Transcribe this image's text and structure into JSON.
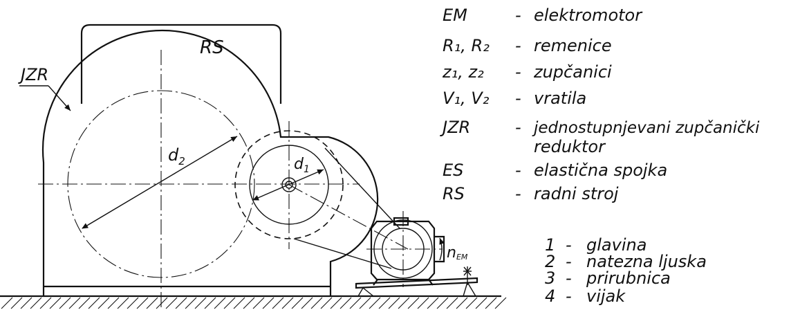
{
  "drawing": {
    "rs_label": "RS",
    "jzr_label": "JZR",
    "d2_label": "d",
    "d2_sub": "2",
    "d1_label": "d",
    "d1_sub": "1",
    "nem_label": "n",
    "nem_sub": "EM"
  },
  "legend": [
    {
      "code": "EM",
      "sep": "-",
      "desc": "elektromotor"
    },
    {
      "code": "R₁, R₂",
      "sep": "-",
      "desc": "remenice"
    },
    {
      "code": "z₁, z₂",
      "sep": "-",
      "desc": "zupčanici"
    },
    {
      "code": "V₁, V₂",
      "sep": "-",
      "desc": "vratila"
    },
    {
      "code": "JZR",
      "sep": "-",
      "desc": "jednostupnjevani zupčanički"
    },
    {
      "code": "",
      "sep": "",
      "desc": "reduktor"
    },
    {
      "code": "ES",
      "sep": "-",
      "desc": "elastična spojka"
    },
    {
      "code": "RS",
      "sep": "-",
      "desc": "radni stroj"
    }
  ],
  "parts": [
    {
      "num": "1",
      "sep": "-",
      "name": "glavina"
    },
    {
      "num": "2",
      "sep": "-",
      "name": "natezna ljuska"
    },
    {
      "num": "3",
      "sep": "-",
      "name": "prirubnica"
    },
    {
      "num": "4",
      "sep": "-",
      "name": "vijak"
    }
  ]
}
